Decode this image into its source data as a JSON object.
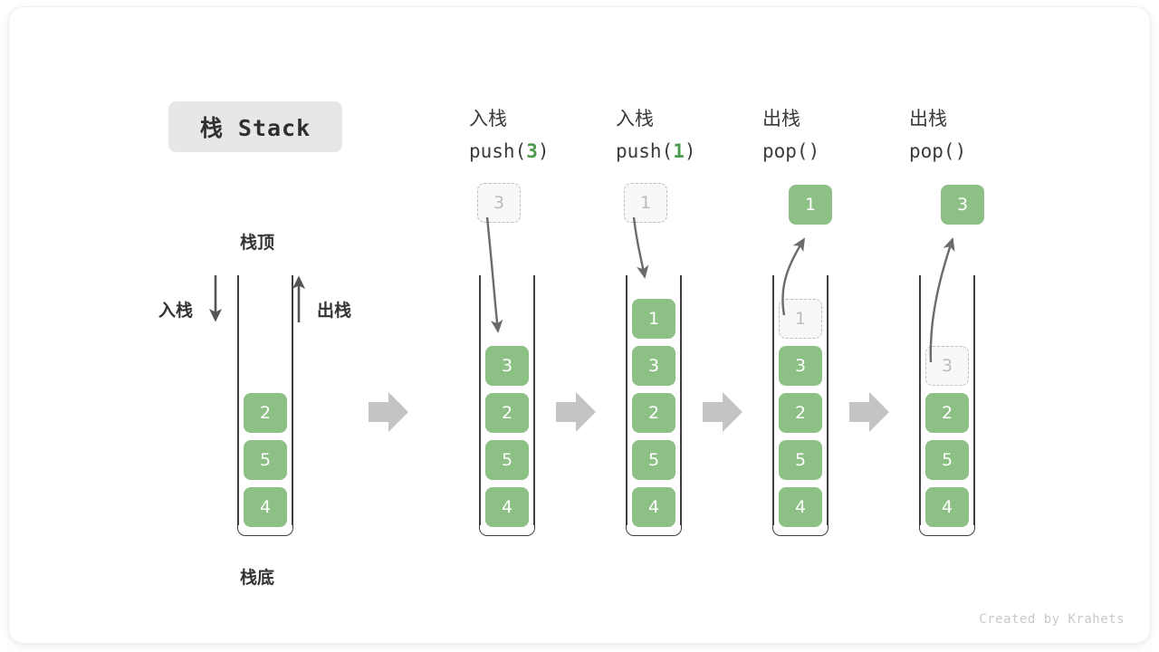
{
  "title": {
    "text": "栈 Stack"
  },
  "labels": {
    "top": "栈顶",
    "bottom": "栈底",
    "push_side": "入栈",
    "pop_side": "出栈"
  },
  "credit": "Created by Krahets",
  "colors": {
    "element_green": "#8cc084",
    "arg_green": "#4c9a4c",
    "ghost_border": "#bdbdbd",
    "ghost_fill": "#f8f8f8",
    "rail": "#3f3f3f",
    "transition_arrow": "#c4c4c4",
    "curve_arrow": "#6b6b6b",
    "badge_bg": "#e7e7e7"
  },
  "columns": [
    {
      "id": "initial",
      "header_cjk": "",
      "header_op": "",
      "header_arg": "",
      "cells": [
        {
          "value": "2",
          "state": "solid"
        },
        {
          "value": "5",
          "state": "solid"
        },
        {
          "value": "4",
          "state": "solid"
        }
      ],
      "float": null
    },
    {
      "id": "push-3",
      "header_cjk": "入栈",
      "header_op_prefix": "push(",
      "header_arg": "3",
      "header_op_suffix": ")",
      "cells": [
        {
          "value": "3",
          "state": "solid"
        },
        {
          "value": "2",
          "state": "solid"
        },
        {
          "value": "5",
          "state": "solid"
        },
        {
          "value": "4",
          "state": "solid"
        }
      ],
      "float": {
        "value": "3",
        "state": "ghost",
        "direction": "in"
      }
    },
    {
      "id": "push-1",
      "header_cjk": "入栈",
      "header_op_prefix": "push(",
      "header_arg": "1",
      "header_op_suffix": ")",
      "cells": [
        {
          "value": "1",
          "state": "solid"
        },
        {
          "value": "3",
          "state": "solid"
        },
        {
          "value": "2",
          "state": "solid"
        },
        {
          "value": "5",
          "state": "solid"
        },
        {
          "value": "4",
          "state": "solid"
        }
      ],
      "float": {
        "value": "1",
        "state": "ghost",
        "direction": "in"
      }
    },
    {
      "id": "pop-1",
      "header_cjk": "出栈",
      "header_op_prefix": "pop(",
      "header_arg": "",
      "header_op_suffix": ")",
      "cells": [
        {
          "value": "1",
          "state": "ghost"
        },
        {
          "value": "3",
          "state": "solid"
        },
        {
          "value": "2",
          "state": "solid"
        },
        {
          "value": "5",
          "state": "solid"
        },
        {
          "value": "4",
          "state": "solid"
        }
      ],
      "float": {
        "value": "1",
        "state": "solid",
        "direction": "out"
      }
    },
    {
      "id": "pop-3",
      "header_cjk": "出栈",
      "header_op_prefix": "pop(",
      "header_arg": "",
      "header_op_suffix": ")",
      "cells": [
        {
          "value": "3",
          "state": "ghost"
        },
        {
          "value": "2",
          "state": "solid"
        },
        {
          "value": "5",
          "state": "solid"
        },
        {
          "value": "4",
          "state": "solid"
        }
      ],
      "float": {
        "value": "3",
        "state": "solid",
        "direction": "out"
      }
    }
  ]
}
